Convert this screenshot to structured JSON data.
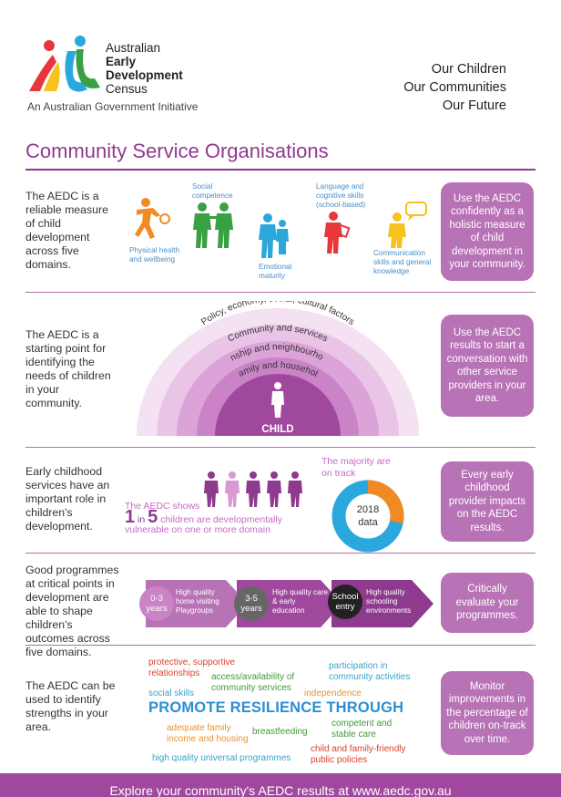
{
  "header": {
    "logo_line1": "Australian",
    "logo_line2": "Early",
    "logo_line3": "Development",
    "logo_line4": "Census",
    "govt_initiative": "An Australian Government Initiative",
    "tag1_prefix": "Our ",
    "tag1_word": "Children",
    "tag2_prefix": "Our ",
    "tag2_word": "Communities",
    "tag3_prefix": "Our ",
    "tag3_word": "Future"
  },
  "page_title": "Community Service Organisations",
  "section1": {
    "left": "The AEDC is a reliable measure of child development across five domains.",
    "domains": {
      "physical": "Physical health and wellbeing",
      "social": "Social competence",
      "emotional": "Emotional maturity",
      "language": "Language and cognitive skills (school-based)",
      "communication": "Communication skills and general knowledge"
    },
    "right": "Use the AEDC confidently as a holistic measure of child development in your community."
  },
  "section2": {
    "left": "The AEDC is a starting point for identifying the needs of children in your community.",
    "arcs": [
      "Policy, economy, social, cultural factors",
      "Community and services",
      "Kinship and neighbourhood",
      "Family and household"
    ],
    "child": "CHILD",
    "right": "Use the AEDC results to start a conversation with other service providers in your area."
  },
  "section3": {
    "left": "Early childhood services have an important role in children's development.",
    "majority": "The majority are on track",
    "donut_line1": "2018",
    "donut_line2": "data",
    "shows": "The AEDC shows",
    "one": "1",
    "in_word": "in",
    "five": "5",
    "rest": "children are developmentally",
    "rest2": "vulnerable on one or more domain",
    "right": "Every early childhood provider impacts on the AEDC results.",
    "colors": {
      "on_track": "#2aa8dd",
      "vulnerable": "#f08a24"
    }
  },
  "section4": {
    "left": "Good programmes at critical points in development are able to shape children's outcomes across five domains.",
    "stages": [
      {
        "age": "0-3 years",
        "label": "High quality home visiting Playgroups"
      },
      {
        "age": "3-5 years",
        "label": "High quality care & early education"
      },
      {
        "age": "School entry",
        "label": "High quality schooling environments"
      }
    ],
    "right": "Critically evaluate your programmes."
  },
  "section5": {
    "left": "The AEDC can be used to identify strengths in your area.",
    "words": {
      "protective": "protective, supportive relationships",
      "access": "access/availability of community services",
      "participation": "participation in community activities",
      "social_skills": "social skills",
      "independence": "independence",
      "family_income": "adequate family income and housing",
      "breastfeeding": "breastfeeding",
      "competent": "competent and stable care",
      "universal": "high quality universal programmes",
      "family_friendly": "child and family-friendly public policies"
    },
    "headline": "PROMOTE RESILIENCE THROUGH",
    "right": "Monitor improvements in the percentage of children on-track over time."
  },
  "footer": "Explore your community's AEDC results at www.aedc.gov.au"
}
